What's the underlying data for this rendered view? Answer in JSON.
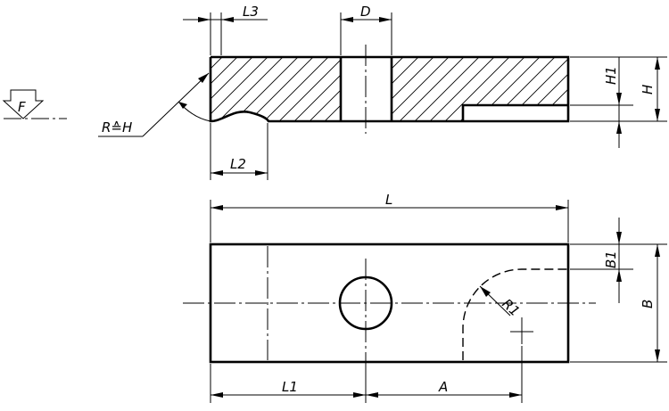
{
  "labels": {
    "l3": "L3",
    "d": "D",
    "f": "F",
    "r_eq_h": "R≙H",
    "h1": "H1",
    "h": "H",
    "l2": "L2",
    "l": "L",
    "b1": "B1",
    "b": "B",
    "r1": "R1",
    "l1": "L1",
    "a": "A"
  }
}
